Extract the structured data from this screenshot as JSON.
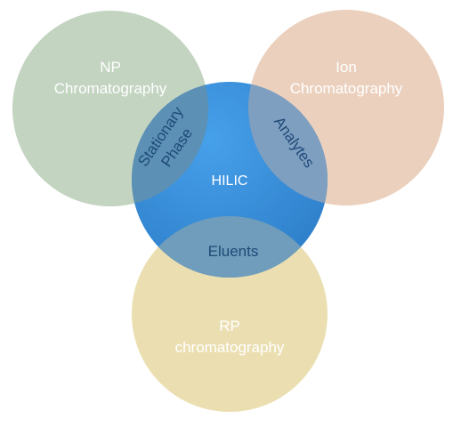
{
  "diagram": {
    "circles": {
      "np": {
        "line1": "NP",
        "line2": "Chromatography",
        "color": "#c3d4c1"
      },
      "ion": {
        "line1": "Ion",
        "line2": "Chromatography",
        "color": "#ebd0bd"
      },
      "rp": {
        "line1": "RP",
        "line2": "chromatography",
        "color": "#ebdfb1"
      },
      "hilic": {
        "label": "HILIC",
        "color": "#3b8fd9"
      }
    },
    "overlaps": {
      "np_hilic": {
        "line1": "Stationary",
        "line2": "Phase",
        "color": "#5c90b4"
      },
      "ion_hilic": {
        "label": "Analytes",
        "color": "#7e9fc0"
      },
      "rp_hilic": {
        "label": "Eluents",
        "color": "#6f9dbb"
      }
    },
    "text_colors": {
      "outer": "#ffffff",
      "overlap": "#1f4a78"
    }
  }
}
